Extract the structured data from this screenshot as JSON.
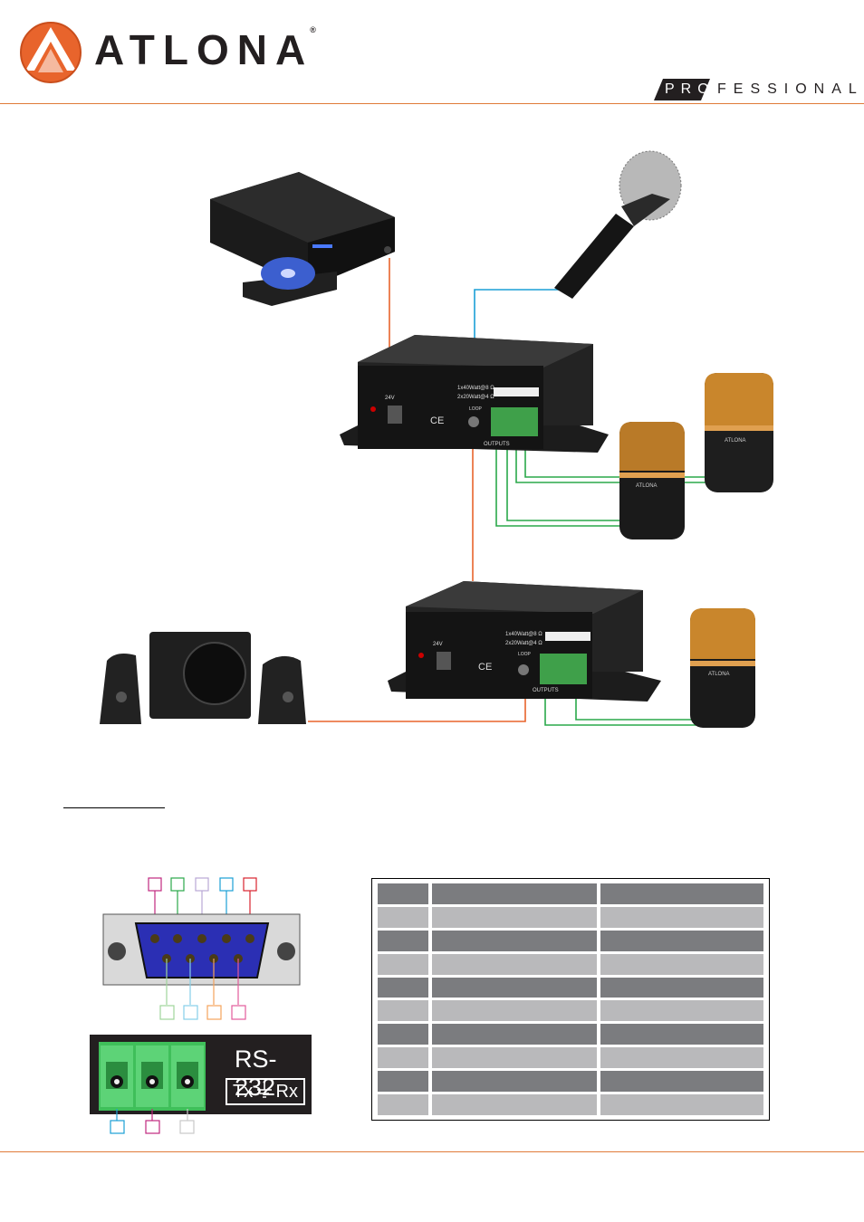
{
  "header": {
    "brand_name": "ATLONA",
    "brand_mark": "®",
    "tagline_pro": "PRO",
    "tagline_rest": "FESSIONAL",
    "colors": {
      "accent": "#e8642c",
      "dark": "#231f20"
    }
  },
  "diagram": {
    "amp_top": {
      "label_1x40": "1x40Watt@8 Ω",
      "label_2x20": "2x20Watt@4 Ω",
      "label_loop": "LOOP",
      "label_outputs": "OUTPUTS",
      "label_24v": "24V",
      "label_ce": "CE"
    },
    "amp_bottom": {
      "label_1x40": "1x40Watt@8 Ω",
      "label_2x20": "2x20Watt@4 Ω",
      "label_loop": "LOOP",
      "label_outputs": "OUTPUTS",
      "label_24v": "24V",
      "label_ce": "CE"
    },
    "speaker_brand": "ATLONA",
    "wire_colors": {
      "orange": "#e8642c",
      "blue": "#1a9fd6",
      "green": "#2aa84a"
    }
  },
  "rs232": {
    "title": "RS-232",
    "tx": "Tx",
    "rx": "Rx",
    "pin_box_colors_top": [
      "#c0287f",
      "#2aa84a",
      "#b9a8d6",
      "#1a9fd6",
      "#d9232e"
    ],
    "pin_box_colors_bottom": [
      "#9fd59b",
      "#86cfe8",
      "#f5a35c",
      "#e35b9b"
    ],
    "terminal_box_colors": [
      "#1a9fd6",
      "#c0287f",
      "#c9c9c9"
    ]
  },
  "pin_table": {
    "rows": 10
  }
}
